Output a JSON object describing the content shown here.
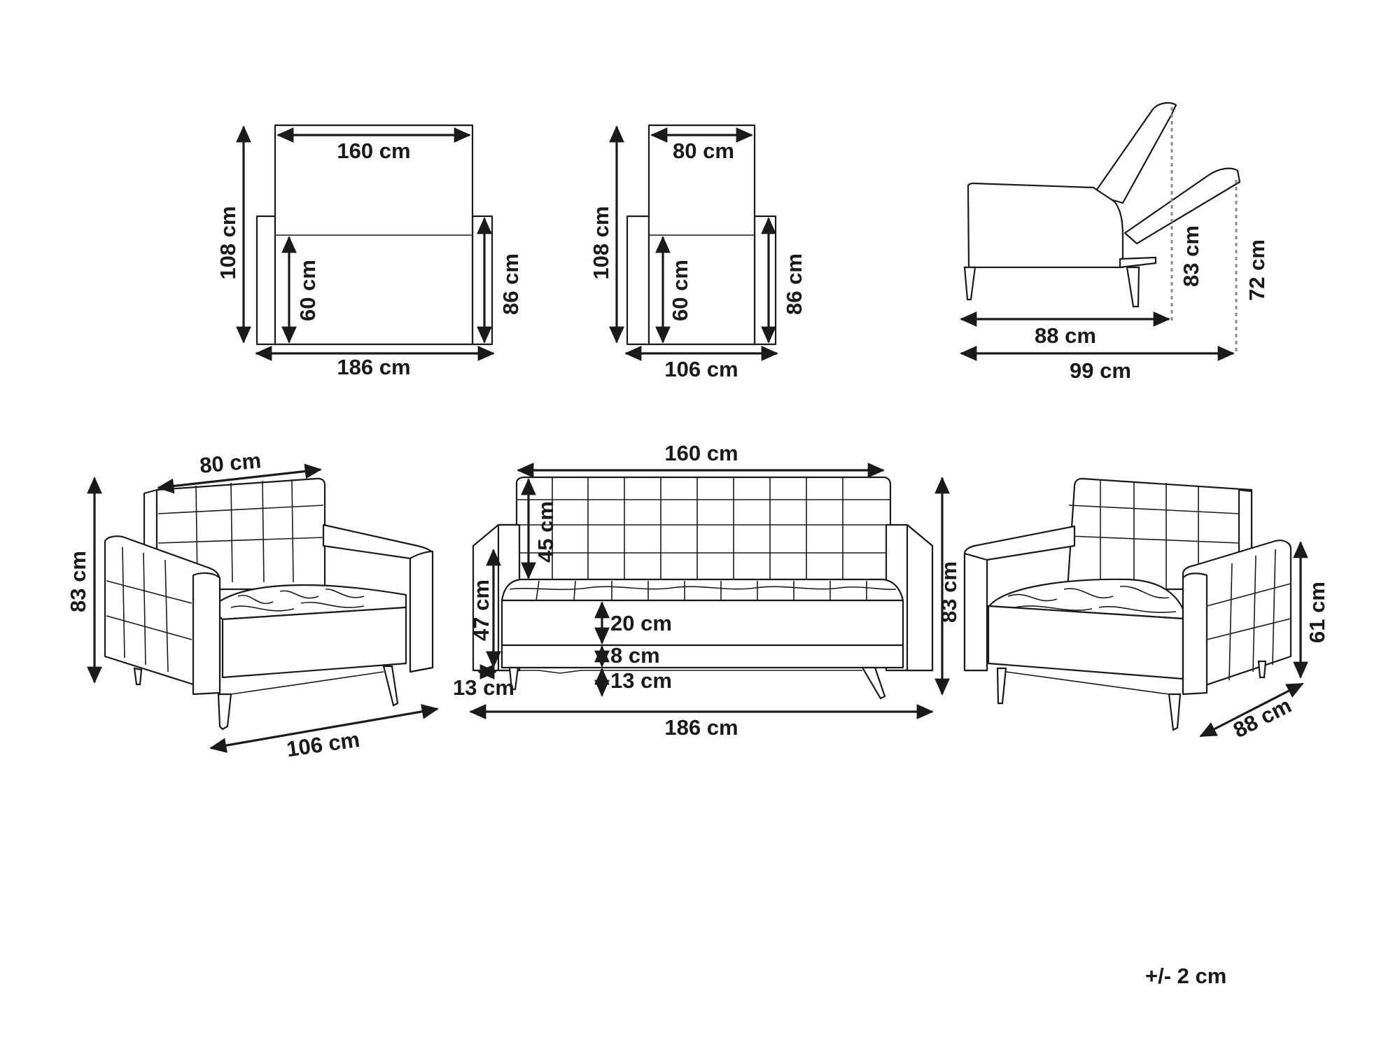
{
  "dimensions": {
    "sofa_top_width": "160 cm",
    "sofa_top_depth": "108 cm",
    "sofa_top_seat_depth": "60 cm",
    "sofa_top_arm_depth": "86 cm",
    "sofa_top_total_width": "186 cm",
    "chair_top_width": "80 cm",
    "chair_top_depth": "108 cm",
    "chair_top_seat_depth": "60 cm",
    "chair_top_arm_depth": "86 cm",
    "chair_top_total_width": "106 cm",
    "recline_depth": "88 cm",
    "recline_total_depth": "99 cm",
    "recline_height_back": "83 cm",
    "recline_height_bed": "72 cm",
    "chair_left_back_width": "80 cm",
    "chair_left_height": "83 cm",
    "chair_left_total_width": "106 cm",
    "sofa_front_width": "160 cm",
    "sofa_front_back_height": "45 cm",
    "sofa_front_arm_height": "47 cm",
    "sofa_front_height": "83 cm",
    "sofa_front_cushion": "20 cm",
    "sofa_front_base": "8 cm",
    "sofa_front_leg": "13 cm",
    "sofa_front_arm_width": "13 cm",
    "sofa_front_total_width": "186 cm",
    "chair_right_arm_height": "61 cm",
    "chair_right_depth": "88 cm"
  },
  "tolerance": "+/- 2 cm"
}
